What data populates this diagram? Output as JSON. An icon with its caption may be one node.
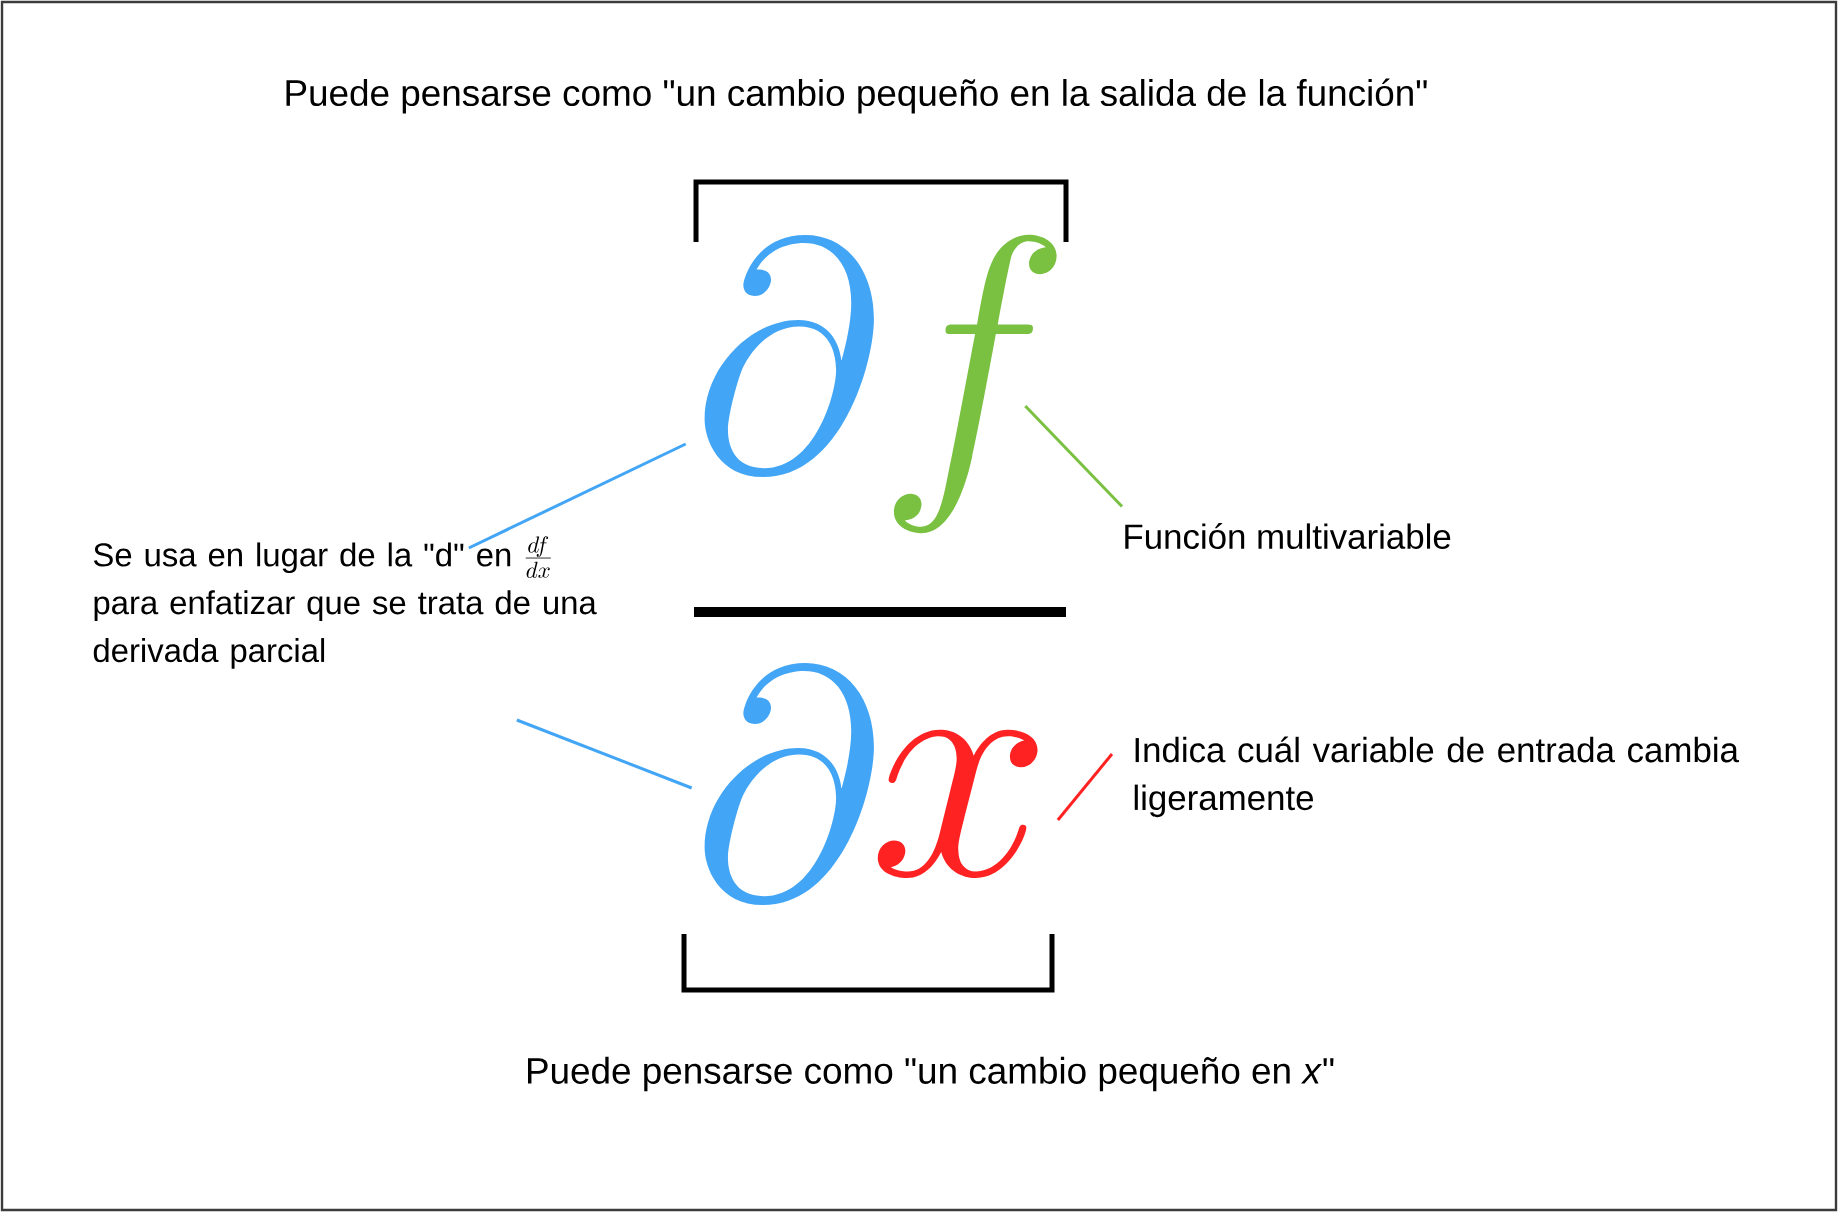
{
  "diagram": {
    "nodes": [
      {
        "text": [
          "\\partial"
        ]
      },
      {
        "text": [
          "f"
        ]
      },
      {
        "text": [
          "\\partial"
        ]
      },
      {
        "text": [
          "x"
        ]
      },
      {
        "text": [
          "Se usa en lugar de la \"d\" en",
          "\\frac{df}{dx}",
          "para enfatizar que se trata de una derivada parcial"
        ]
      },
      {
        "text": [
          "Función multivariable"
        ]
      },
      {
        "text": [
          "Indica cuál variable de entrada cambia ligeramente"
        ]
      }
    ],
    "edges": [
      {
        "from": 4,
        "to": 0,
        "arrow": "none",
        "color": "#42a5f5"
      },
      {
        "from": 4,
        "to": 2,
        "arrow": "none",
        "color": "#42a5f5"
      },
      {
        "from": 5,
        "to": 1,
        "arrow": "none",
        "color": "#7ac142"
      },
      {
        "from": 6,
        "to": 3,
        "arrow": "none",
        "color": "#ff2222"
      }
    ],
    "labels": [
      "Puede pensarse como \"un cambio pequeño en la salida de la función\"",
      "Puede pensarse como \"un cambio pequeño en *x*\""
    ]
  }
}
